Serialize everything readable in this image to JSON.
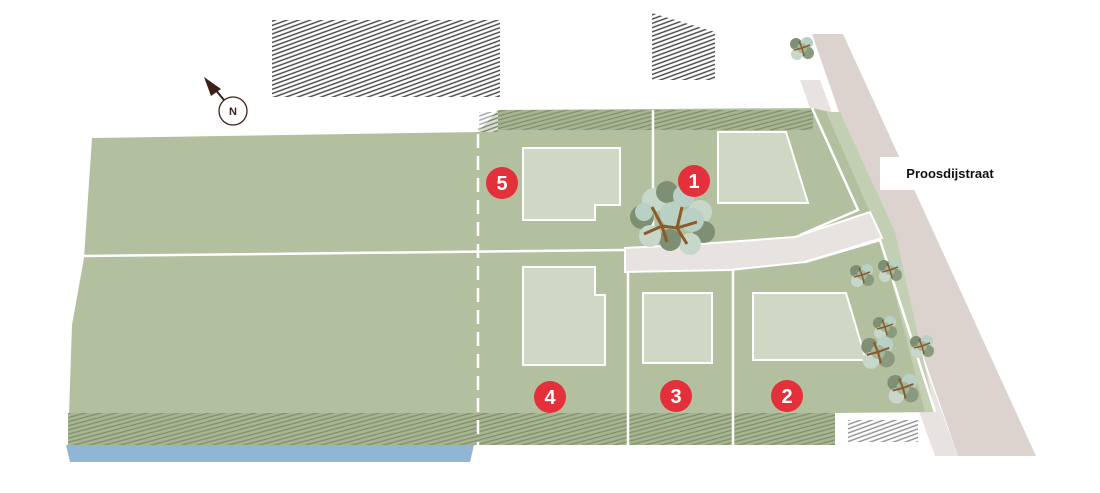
{
  "map": {
    "street_name": "Proosdijstraat",
    "compass_label": "N",
    "plots": [
      {
        "number": "1"
      },
      {
        "number": "2"
      },
      {
        "number": "3"
      },
      {
        "number": "4"
      },
      {
        "number": "5"
      }
    ]
  },
  "colors": {
    "grass": "#b3c09f",
    "house": "#cfd8c4",
    "path": "#e8e3e1",
    "road": "#dcd3cf",
    "marker": "#e3303a",
    "water": "#90b5d5"
  }
}
